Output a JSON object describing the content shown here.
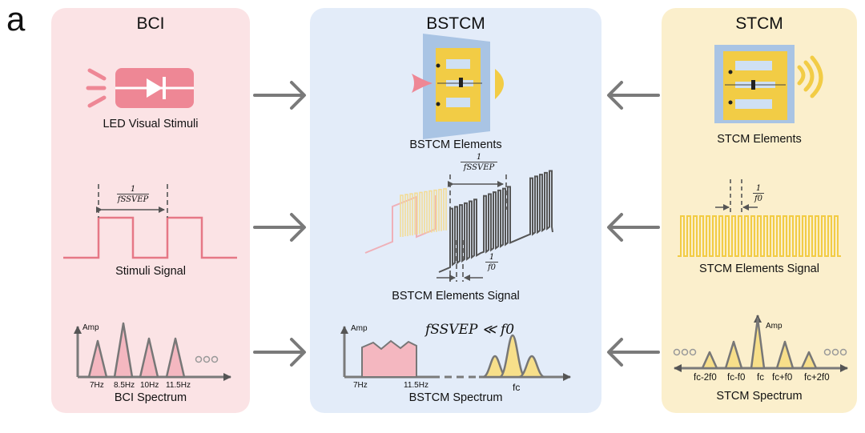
{
  "figure_label": "a",
  "bci": {
    "title": "BCI",
    "led_caption": "LED Visual Stimuli",
    "signal_caption": "Stimuli Signal",
    "period_num": "1",
    "period_den": "fSSVEP",
    "spectrum_caption": "BCI Spectrum",
    "amp_label": "Amp",
    "ticks": [
      "7Hz",
      "8.5Hz",
      "10Hz",
      "11.5Hz"
    ]
  },
  "bstcm": {
    "title": "BSTCM",
    "elements_caption": "BSTCM Elements",
    "signal_caption": "BSTCM Elements Signal",
    "period_num": "1",
    "period_den": "fSSVEP",
    "carrier_num": "1",
    "carrier_den": "f0",
    "relation": "fSSVEP ≪ f0",
    "spectrum_caption": "BSTCM Spectrum",
    "amp_label": "Amp",
    "ticks": [
      "7Hz",
      "11.5Hz",
      "fc"
    ]
  },
  "stcm": {
    "title": "STCM",
    "elements_caption": "STCM Elements",
    "signal_caption": "STCM Elements Signal",
    "carrier_num": "1",
    "carrier_den": "f0",
    "spectrum_caption": "STCM Spectrum",
    "amp_label": "Amp",
    "ticks": [
      "fc-2f0",
      "fc-f0",
      "fc",
      "fc+f0",
      "fc+2f0"
    ]
  },
  "colors": {
    "bci_panel": "#fbe3e5",
    "bstcm_panel": "#e3ecf9",
    "stcm_panel": "#fbefcc",
    "pink": "#ee8795",
    "yellow": "#f2cc45",
    "arrow": "#7a7a7a"
  }
}
